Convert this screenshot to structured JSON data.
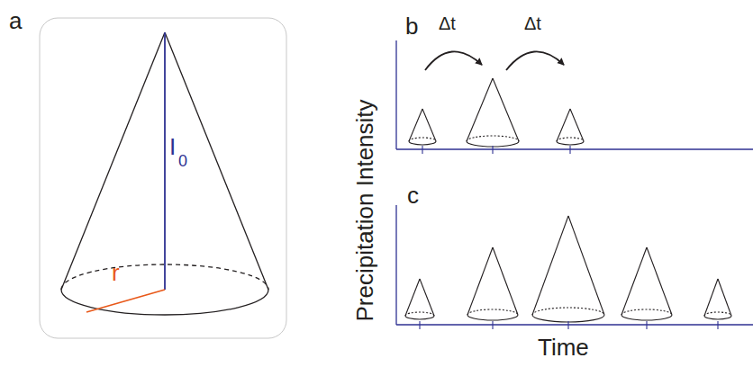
{
  "diagram": {
    "labels": [
      "a",
      "I",
      "0",
      "r",
      "b",
      "Δt",
      "Δt",
      "c",
      "Precipitation Intensity",
      "Time"
    ]
  }
}
